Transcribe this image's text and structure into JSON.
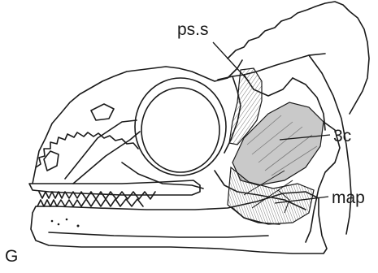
{
  "figure": {
    "labels": {
      "pss": "ps.s",
      "three_c": "3c",
      "map": "map",
      "panel": "G"
    },
    "colors": {
      "ink": "#1a1a1a",
      "muscle_shade": "#c9c9c9",
      "background": "#ffffff"
    }
  }
}
